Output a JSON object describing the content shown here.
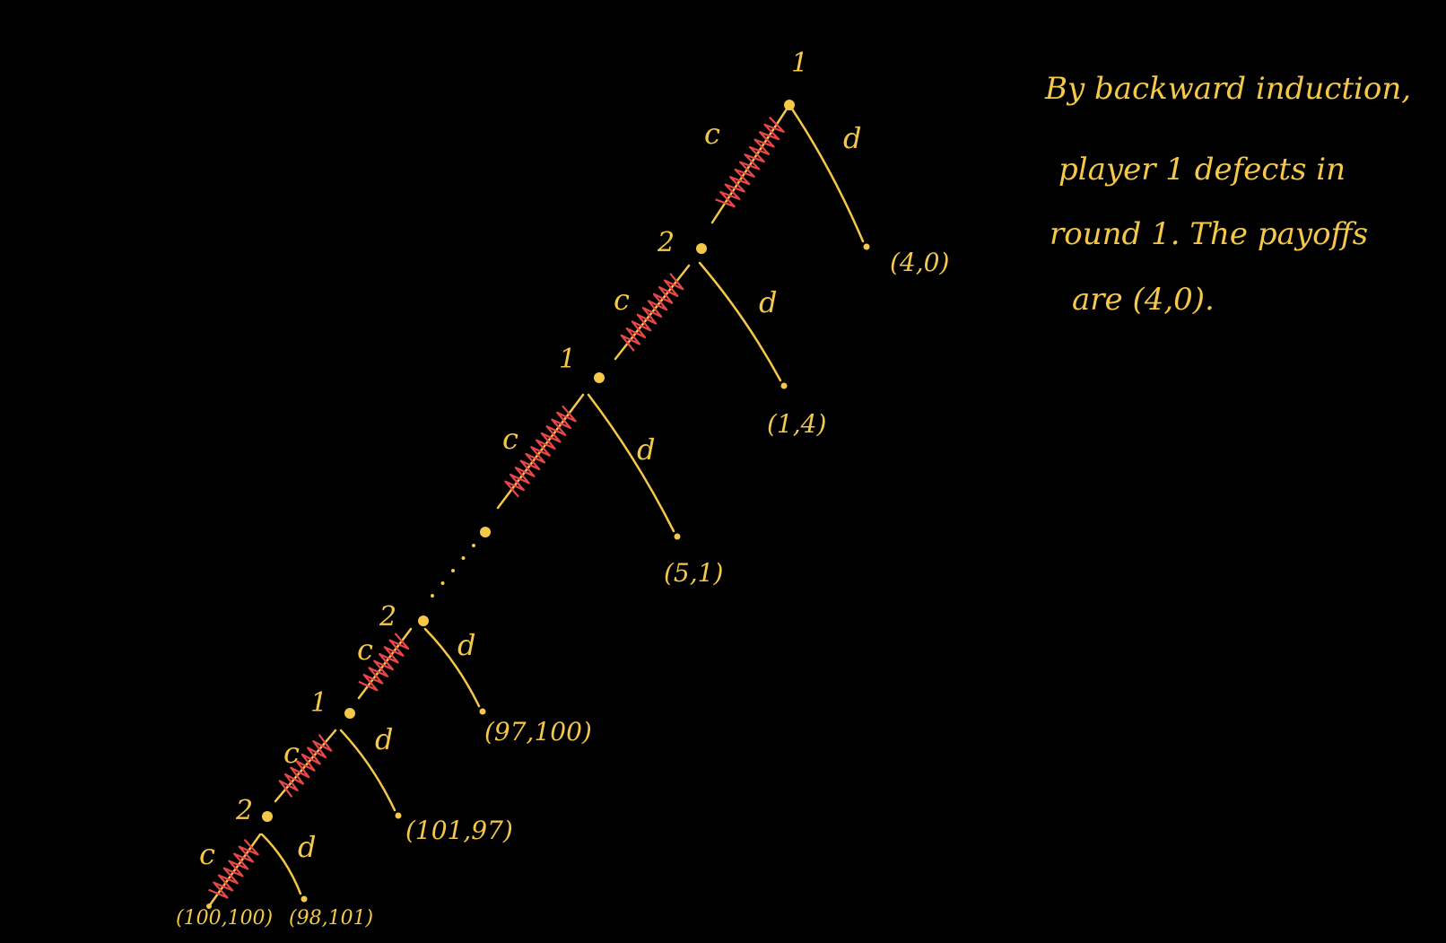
{
  "colors": {
    "background": "#000000",
    "ink": "#f5c84a",
    "cross_out": "#e8474a"
  },
  "tree": {
    "nodes": [
      {
        "player": "1"
      },
      {
        "player": "2"
      },
      {
        "player": "1"
      },
      {
        "player": ""
      },
      {
        "player": "2"
      },
      {
        "player": "1"
      },
      {
        "player": "2"
      }
    ],
    "cooperate_label": "c",
    "defect_label": "d",
    "payoffs": [
      "(4,0)",
      "(1,4)",
      "(5,1)",
      "(97,100)",
      "(101,97)",
      "(98,101)",
      "(100,100)"
    ],
    "ellipsis": "....."
  },
  "note": {
    "lines": [
      "By backward induction,",
      "player 1 defects in",
      "round 1.  The payoffs",
      "are (4,0)."
    ]
  }
}
